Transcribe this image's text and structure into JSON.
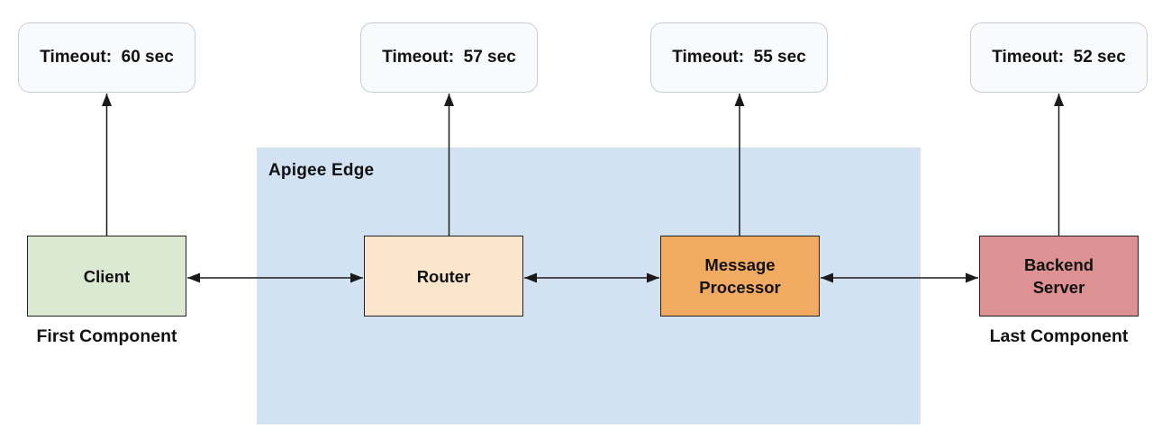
{
  "apigee_edge": {
    "label": "Apigee Edge",
    "bg": "#d2e2f3"
  },
  "components": [
    {
      "id": "client",
      "label": "Client",
      "bg": "#dbe8d2",
      "timeout_label": "Timeout:  60 sec",
      "sublabel": "First Component"
    },
    {
      "id": "router",
      "label": "Router",
      "bg": "#fbe5cc",
      "timeout_label": "Timeout:  57 sec"
    },
    {
      "id": "message-processor",
      "label": "Message Processor",
      "bg": "#f1aa62",
      "timeout_label": "Timeout:  55 sec"
    },
    {
      "id": "backend-server",
      "label": "Backend Server",
      "bg": "#dd9192",
      "timeout_label": "Timeout:  52 sec",
      "sublabel": "Last Component"
    }
  ],
  "colors": {
    "timeout_bg": "#f8fafb",
    "timeout_border": "#c7ced8",
    "box_border": "#222222",
    "arrow": "#1a1a1a",
    "text": "#111111"
  }
}
